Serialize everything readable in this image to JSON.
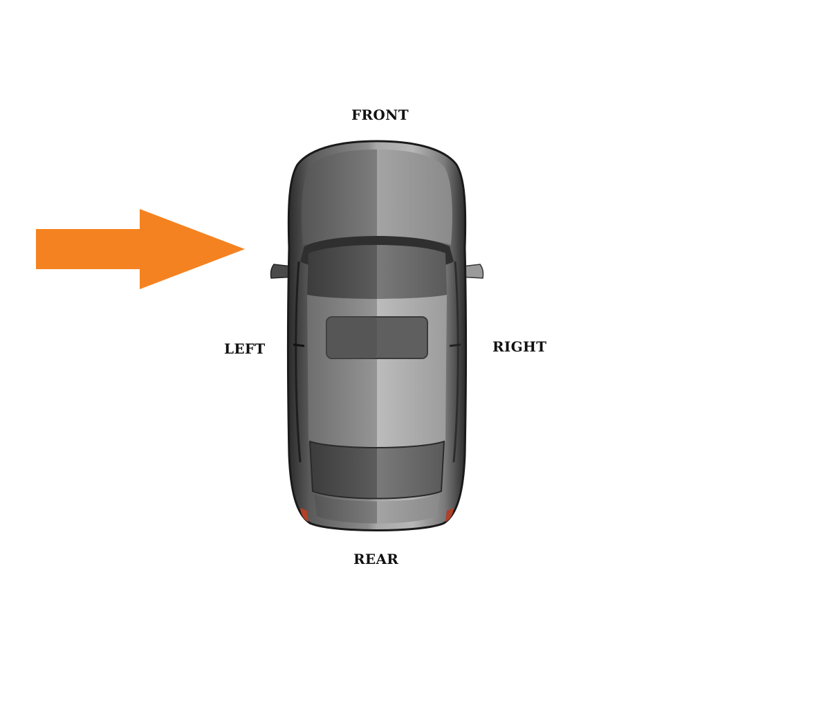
{
  "labels": {
    "front": "FRONT",
    "left": "LEFT",
    "right": "RIGHT",
    "rear": "REAR"
  },
  "colors": {
    "arrow": "#F58220",
    "label_text": "#111111",
    "car_body": "#8a8a8a"
  },
  "icons": {
    "arrow": "arrow-right-icon",
    "car": "car-top-view-icon"
  }
}
